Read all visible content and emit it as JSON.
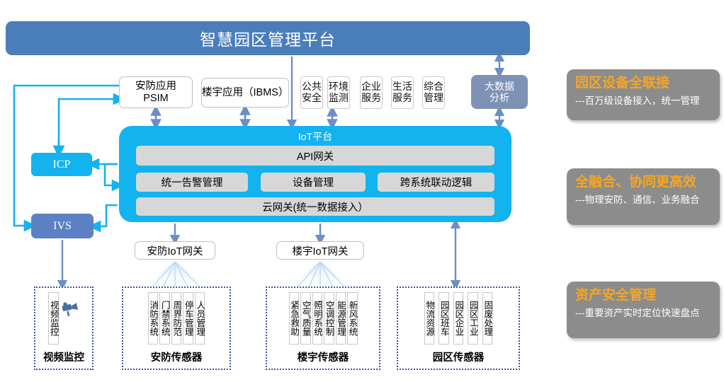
{
  "banner": {
    "title": "智慧园区管理平台"
  },
  "applications": {
    "psim": "安防应用\nPSIM",
    "psim_line1": "安防应用",
    "psim_line2": "PSIM",
    "ibms": "楼宇应用（IBMS）",
    "mini_boxes": [
      {
        "line1": "公共",
        "line2": "安全"
      },
      {
        "line1": "环境",
        "line2": "监测"
      },
      {
        "line1": "企业",
        "line2": "服务"
      },
      {
        "line1": "生活",
        "line2": "服务"
      },
      {
        "line1": "综合",
        "line2": "管理"
      }
    ],
    "bigdata": {
      "line1": "大数据",
      "line2": "分析"
    }
  },
  "left_nodes": {
    "icp": "ICP",
    "ivs": "IVS"
  },
  "iot_platform": {
    "title": "IoT平台",
    "api_gateway": "API网关",
    "alarm_mgmt": "统一告警管理",
    "device_mgmt": "设备管理",
    "cross_system": "跨系统联动逻辑",
    "cloud_gateway": "云网关(统一数据接入）"
  },
  "gateways": {
    "security": "安防IoT网关",
    "building": "楼宇IoT网关"
  },
  "sensor_groups": [
    {
      "id": "video",
      "label": "视频监控",
      "items": [
        "视频监控"
      ],
      "icon": "camera-icon"
    },
    {
      "id": "security",
      "label": "安防传感器",
      "items": [
        "消防系统",
        "门禁系统",
        "周界防范",
        "停车管理",
        "人员管理"
      ]
    },
    {
      "id": "building",
      "label": "楼宇传感器",
      "items": [
        "紧急救助",
        "空气质量",
        "照明系统",
        "空调控制",
        "能源管理",
        "新风系统"
      ]
    },
    {
      "id": "park",
      "label": "园区传感器",
      "items": [
        "物流资源",
        "园区班车",
        "园区企业",
        "园区工业",
        "固废处理"
      ]
    }
  ],
  "highlight_panels": [
    {
      "title": "园区设备全联接",
      "subtitle": "---百万级设备接入，统一管理"
    },
    {
      "title": "全融合、协同更高效",
      "subtitle": "---物理安防、通信、业务融合"
    },
    {
      "title": "资产安全管理",
      "subtitle": "---重要资产实时定位快速盘点"
    }
  ],
  "colors": {
    "banner_blue": "#4a7ebb",
    "iot_cyan": "#12b3ef",
    "ivs_blue": "#5b80c4",
    "bigdata_slate": "#7d92b5",
    "panel_gray": "#8c8c8c",
    "panel_title_orange": "#f5a623",
    "gray_row": "#d7d7d7",
    "dotted_border": "#3a52a8"
  }
}
